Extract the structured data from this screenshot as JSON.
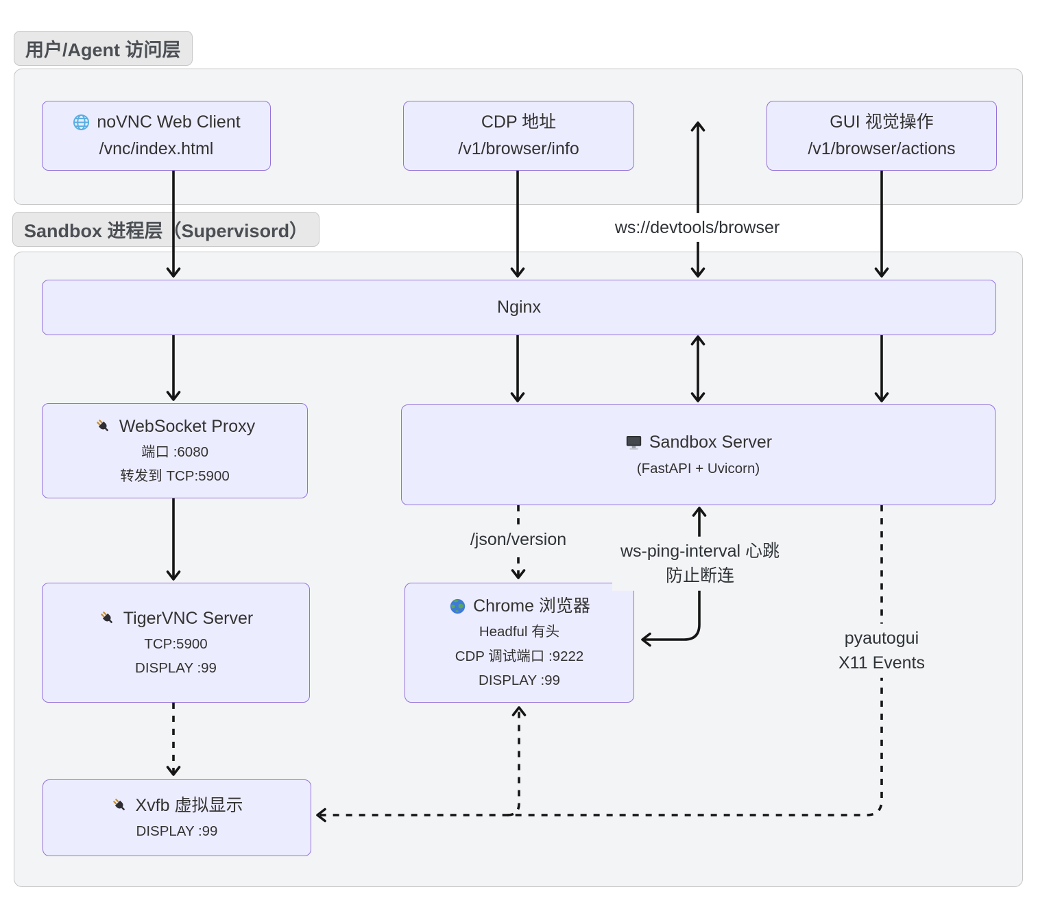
{
  "diagram": {
    "layers": {
      "access": {
        "label": "用户/Agent 访问层"
      },
      "sandbox": {
        "label": "Sandbox 进程层（Supervisord）"
      }
    },
    "nodes": {
      "novnc": {
        "icon": "globe-icon",
        "title": "noVNC Web Client",
        "line2": "/vnc/index.html"
      },
      "cdp": {
        "title": "CDP 地址",
        "line2": "/v1/browser/info"
      },
      "gui": {
        "title": "GUI 视觉操作",
        "line2": "/v1/browser/actions"
      },
      "nginx": {
        "title": "Nginx"
      },
      "wsproxy": {
        "icon": "plug-icon",
        "title": "WebSocket Proxy",
        "line2": "端口 :6080",
        "line3": "转发到 TCP:5900"
      },
      "sandboxserver": {
        "icon": "monitor-icon",
        "title": "Sandbox Server",
        "line2": "(FastAPI + Uvicorn)"
      },
      "tigervnc": {
        "icon": "plug-icon",
        "title": "TigerVNC Server",
        "line2": "TCP:5900",
        "line3": "DISPLAY :99"
      },
      "chrome": {
        "icon": "earth-icon",
        "title": "Chrome 浏览器",
        "line2": "Headful 有头",
        "line3": "CDP 调试端口 :9222",
        "line4": "DISPLAY :99"
      },
      "xvfb": {
        "icon": "plug-icon",
        "title": "Xvfb 虚拟显示",
        "line2": "DISPLAY :99"
      }
    },
    "edge_labels": {
      "devtools": "ws://devtools/browser",
      "jsonversion": "/json/version",
      "wsping_line1": "ws-ping-interval 心跳",
      "wsping_line2": "防止断连",
      "pyautogui_line1": "pyautogui",
      "pyautogui_line2": "X11 Events"
    }
  },
  "colors": {
    "node_fill": "#ECECFF",
    "node_border": "#9370DB",
    "container_fill": "#f3f4f6",
    "container_border": "#c5c5c5",
    "chip_fill": "#e8e8e8",
    "arrow": "#151515"
  }
}
